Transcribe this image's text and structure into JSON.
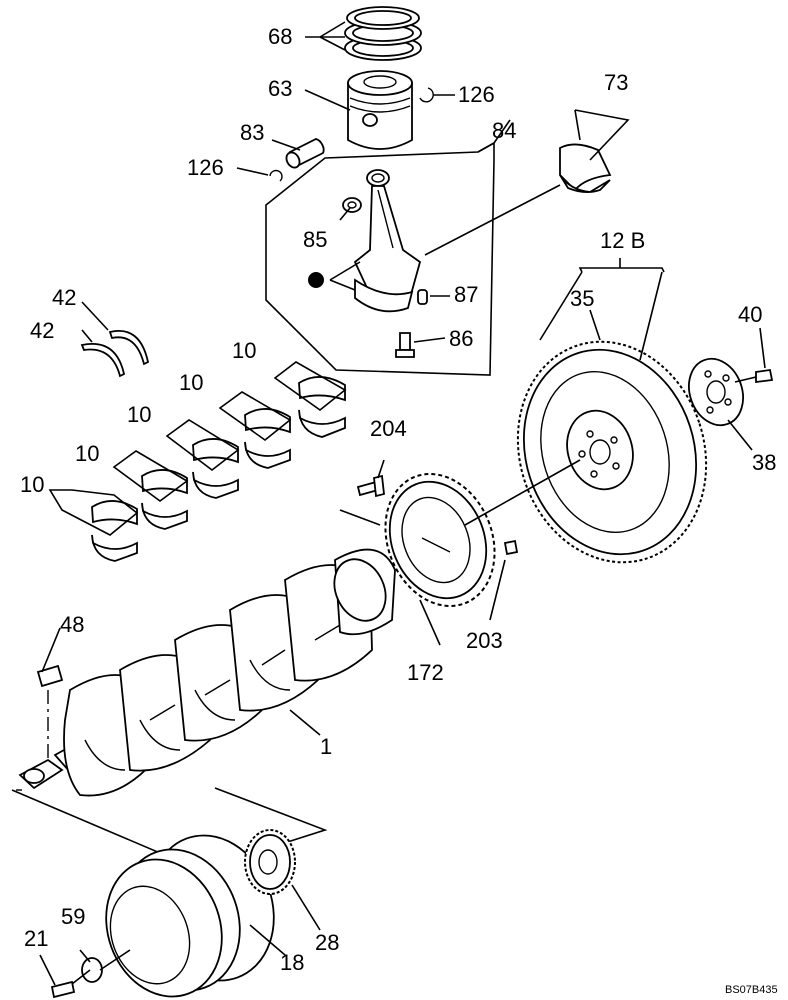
{
  "callouts": {
    "c68": "68",
    "c63": "63",
    "c126a": "126",
    "c73": "73",
    "c83": "83",
    "c84": "84",
    "c126b": "126",
    "c85": "85",
    "c87": "87",
    "c86": "86",
    "c42a": "42",
    "c42b": "42",
    "c10a": "10",
    "c10b": "10",
    "c10c": "10",
    "c10d": "10",
    "c10e": "10",
    "c12b": "12 B",
    "c35": "35",
    "c40": "40",
    "c38": "38",
    "c204": "204",
    "c203": "203",
    "c172": "172",
    "c48": "48",
    "c1": "1",
    "c28": "28",
    "c59": "59",
    "c21": "21",
    "c18": "18"
  },
  "reference_code": "BS07B435"
}
